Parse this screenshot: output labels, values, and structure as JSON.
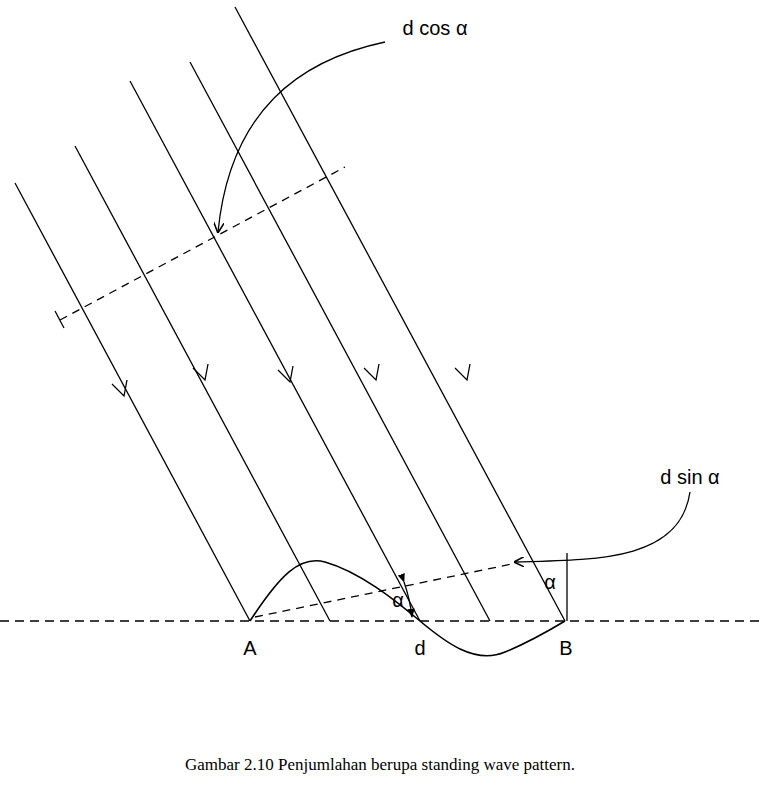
{
  "diagram": {
    "caption": "Gambar 2.10  Penjumlahan berupa standing wave pattern.",
    "labels": [
      "d cos α",
      "d sin α",
      "α",
      "α",
      "A",
      "d",
      "B"
    ]
  }
}
